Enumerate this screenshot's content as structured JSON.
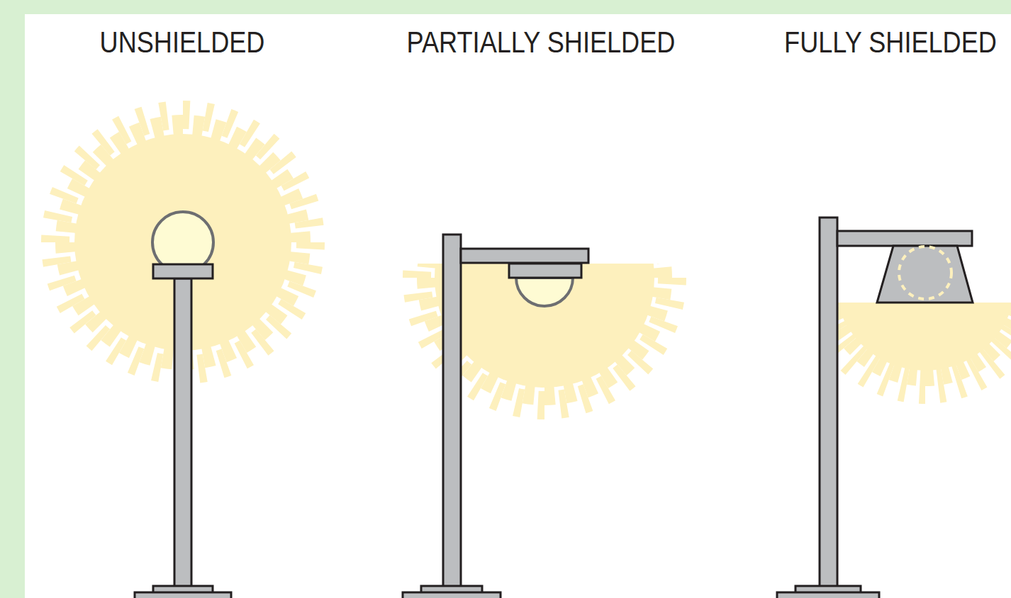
{
  "diagram": {
    "labels": [
      "UNSHIELDED",
      "PARTIALLY SHIELDED",
      "FULLY SHIELDED"
    ]
  }
}
